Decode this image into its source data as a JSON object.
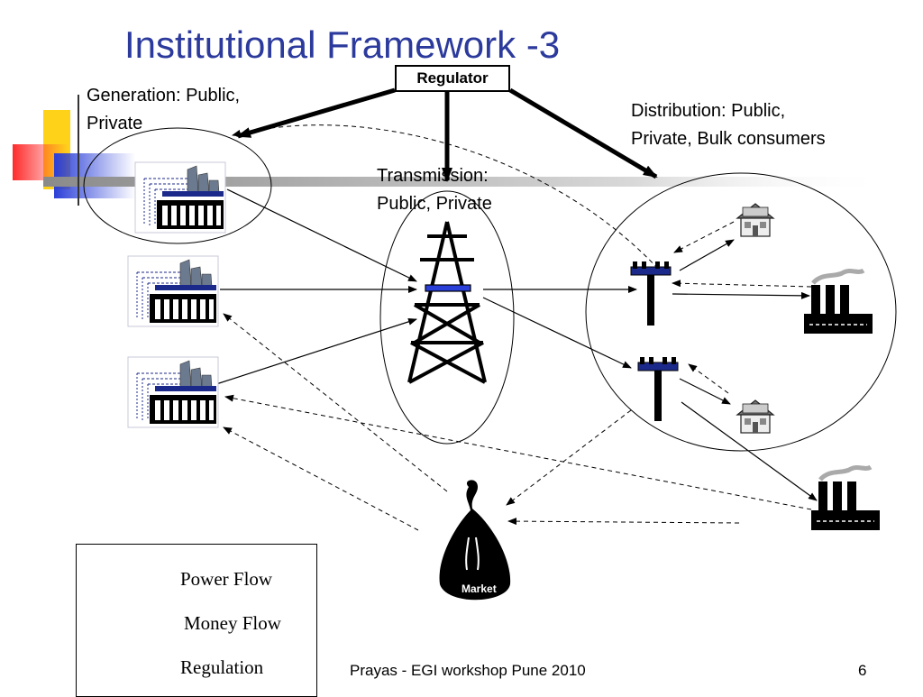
{
  "slide": {
    "title": "Institutional Framework -3",
    "regulator": "Regulator",
    "generation_label": [
      "Generation: Public,",
      "Private"
    ],
    "distribution_label": [
      "Distribution: Public,",
      "Private, Bulk consumers"
    ],
    "transmission_label": [
      "Transmission:",
      "Public, Private"
    ],
    "market_label": "Market",
    "footer_left": "Prayas - EGI workshop Pune 2010",
    "page_number": "6"
  },
  "legend": {
    "power_flow": "Power Flow",
    "money_flow": "Money Flow",
    "regulation": "Regulation"
  },
  "colors": {
    "title": "#2b3a9c",
    "deco_yellow": "#ffd21a",
    "deco_red": "#ff2a2a",
    "deco_blue": "#2a3fd8",
    "plant_gray": "#6b7a8f"
  },
  "icons": [
    "power-plant-icon",
    "transmission-tower-icon",
    "utility-pole-icon",
    "house-icon",
    "factory-icon",
    "money-bag-icon"
  ]
}
